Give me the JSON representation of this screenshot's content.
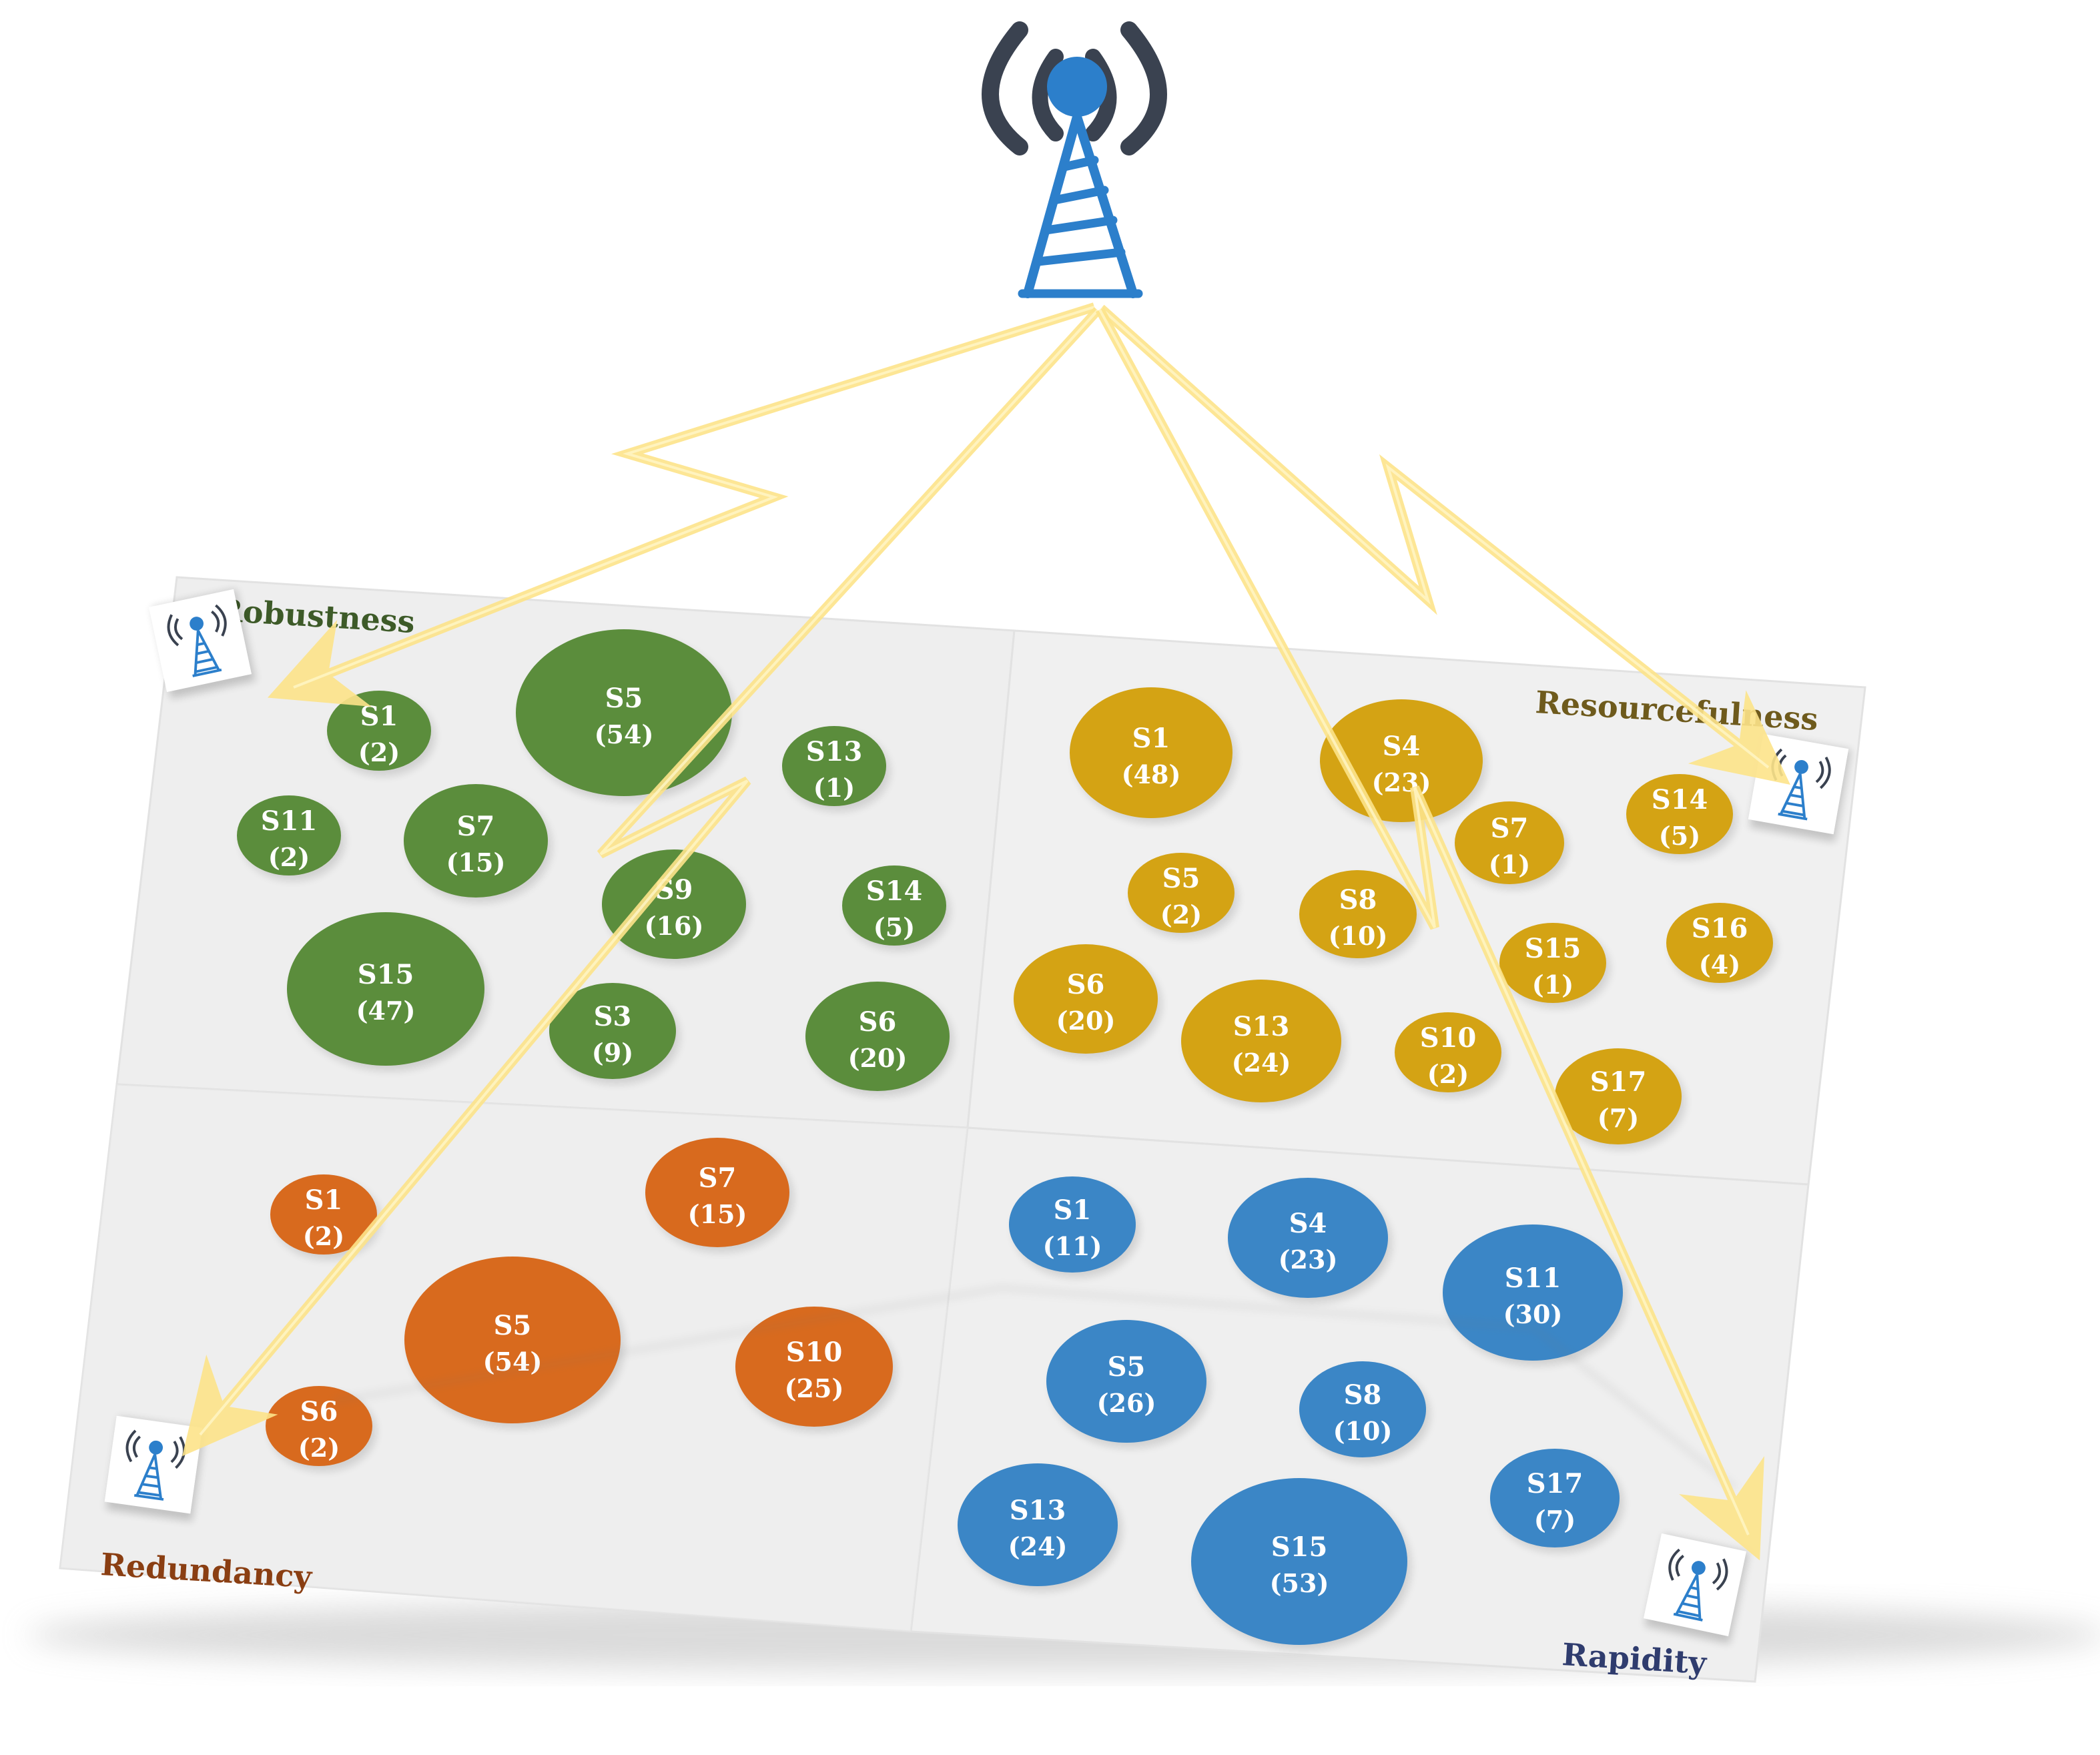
{
  "colors": {
    "robustness": "#5b8d3c",
    "resourcefulness": "#d4a314",
    "redundancy": "#d86a1e",
    "rapidity": "#3b86c6",
    "signal": "#fde48a",
    "tower": "#2c7fcb",
    "waves": "#3a4250"
  },
  "quadrants": {
    "robustness": {
      "title": "Robustness",
      "nodes": [
        {
          "id": "S1",
          "value": "(2)"
        },
        {
          "id": "S5",
          "value": "(54)"
        },
        {
          "id": "S13",
          "value": "(1)"
        },
        {
          "id": "S11",
          "value": "(2)"
        },
        {
          "id": "S7",
          "value": "(15)"
        },
        {
          "id": "S9",
          "value": "(16)"
        },
        {
          "id": "S14",
          "value": "(5)"
        },
        {
          "id": "S15",
          "value": "(47)"
        },
        {
          "id": "S3",
          "value": "(9)"
        },
        {
          "id": "S6",
          "value": "(20)"
        }
      ]
    },
    "resourcefulness": {
      "title": "Resourcefulness",
      "nodes": [
        {
          "id": "S1",
          "value": "(48)"
        },
        {
          "id": "S4",
          "value": "(23)"
        },
        {
          "id": "S14",
          "value": "(5)"
        },
        {
          "id": "S7",
          "value": "(1)"
        },
        {
          "id": "S5",
          "value": "(2)"
        },
        {
          "id": "S8",
          "value": "(10)"
        },
        {
          "id": "S16",
          "value": "(4)"
        },
        {
          "id": "S15",
          "value": "(1)"
        },
        {
          "id": "S6",
          "value": "(20)"
        },
        {
          "id": "S13",
          "value": "(24)"
        },
        {
          "id": "S10",
          "value": "(2)"
        },
        {
          "id": "S17",
          "value": "(7)"
        }
      ]
    },
    "redundancy": {
      "title": "Redundancy",
      "nodes": [
        {
          "id": "S1",
          "value": "(2)"
        },
        {
          "id": "S7",
          "value": "(15)"
        },
        {
          "id": "S5",
          "value": "(54)"
        },
        {
          "id": "S10",
          "value": "(25)"
        },
        {
          "id": "S6",
          "value": "(2)"
        }
      ]
    },
    "rapidity": {
      "title": "Rapidity",
      "nodes": [
        {
          "id": "S1",
          "value": "(11)"
        },
        {
          "id": "S4",
          "value": "(23)"
        },
        {
          "id": "S11",
          "value": "(30)"
        },
        {
          "id": "S5",
          "value": "(26)"
        },
        {
          "id": "S8",
          "value": "(10)"
        },
        {
          "id": "S17",
          "value": "(7)"
        },
        {
          "id": "S13",
          "value": "(24)"
        },
        {
          "id": "S15",
          "value": "(53)"
        }
      ]
    }
  }
}
